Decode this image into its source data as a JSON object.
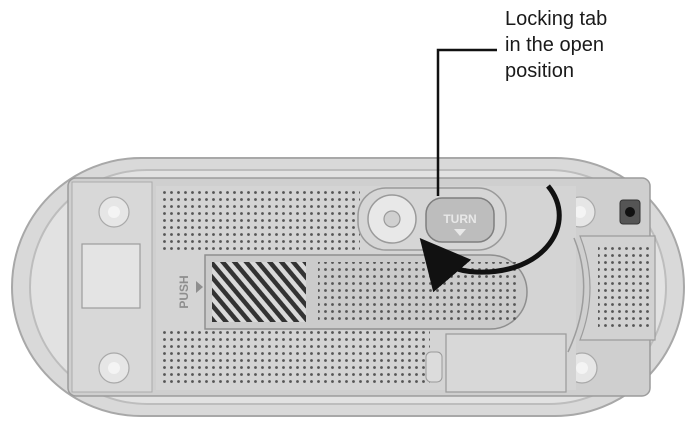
{
  "callout": {
    "lines": [
      "Locking tab",
      "in the open",
      "position"
    ]
  },
  "device": {
    "tab_embossed_text": "TURN",
    "tray_embossed_text": "PUSH"
  },
  "colors": {
    "housing": "#d6d6d6",
    "rim": "#bdbdbd",
    "cavity": "#c9c9c9",
    "perforation": "#555555",
    "arrow": "#111111"
  }
}
